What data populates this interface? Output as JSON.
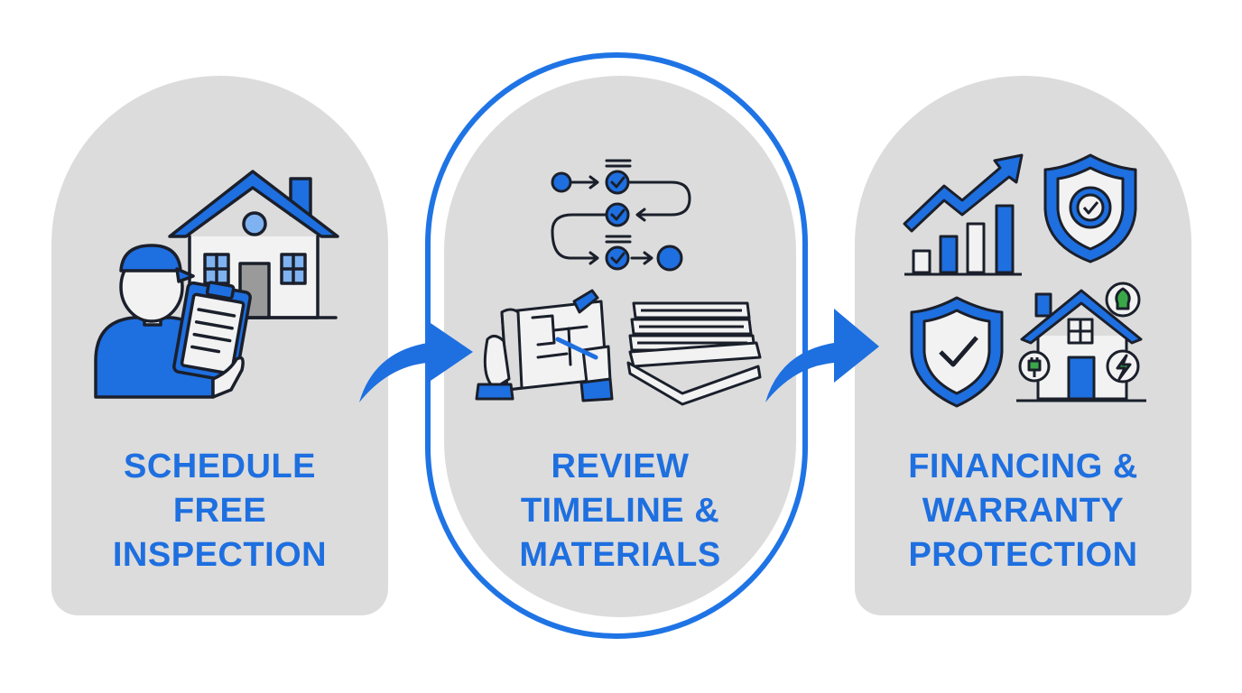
{
  "steps": [
    {
      "title_lines": [
        "SCHEDULE",
        "FREE",
        "INSPECTION"
      ],
      "icons": [
        "house-icon",
        "inspector-icon",
        "clipboard-icon"
      ],
      "highlighted": false
    },
    {
      "title_lines": [
        "REVIEW",
        "TIMELINE &",
        "MATERIALS"
      ],
      "icons": [
        "timeline-flow-icon",
        "blueprint-icon",
        "materials-stack-icon"
      ],
      "highlighted": true
    },
    {
      "title_lines": [
        "FINANCING &",
        "WARRANTY",
        "PROTECTION"
      ],
      "icons": [
        "growth-chart-icon",
        "badge-shield-icon",
        "checkmark-shield-icon",
        "energy-home-icon"
      ],
      "highlighted": false
    }
  ],
  "connectors": [
    "arrow-right-icon",
    "arrow-right-icon"
  ],
  "colors": {
    "accent": "#1e6fe0",
    "card": "#dcdcdc",
    "outline": "#1f74e5",
    "ink": "#1a1f2b",
    "green": "#3aa848"
  }
}
